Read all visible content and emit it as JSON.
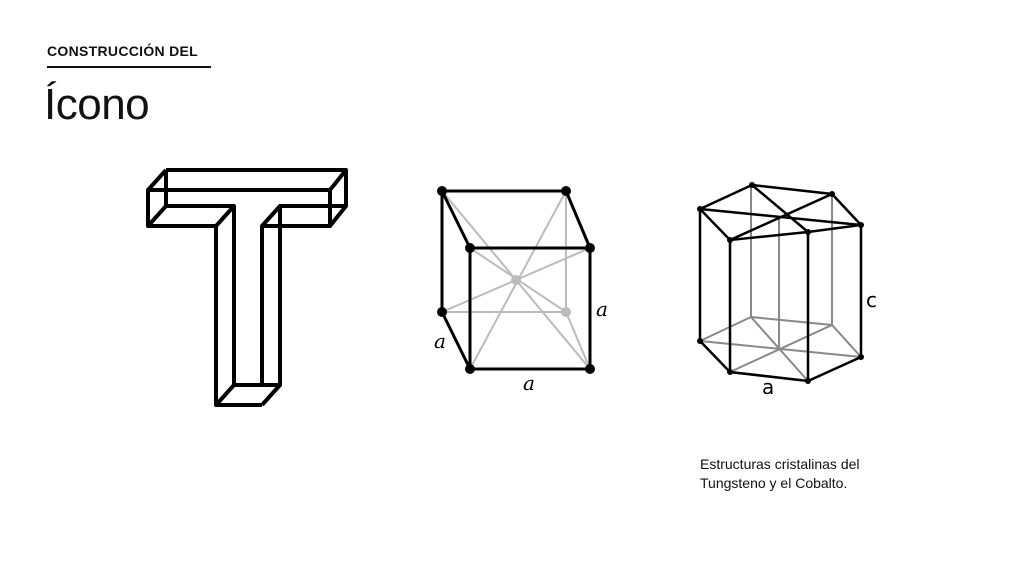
{
  "header": {
    "kicker": "CONSTRUCCIÓN DEL",
    "title": "Ícono"
  },
  "figures": {
    "bcc": {
      "labels": {
        "depth": "a",
        "height": "a",
        "width": "a"
      }
    },
    "hcp": {
      "labels": {
        "height": "c",
        "width": "a"
      }
    }
  },
  "caption": {
    "line1": "Estructuras cristalinas del",
    "line2": "Tungsteno y el Cobalto."
  }
}
